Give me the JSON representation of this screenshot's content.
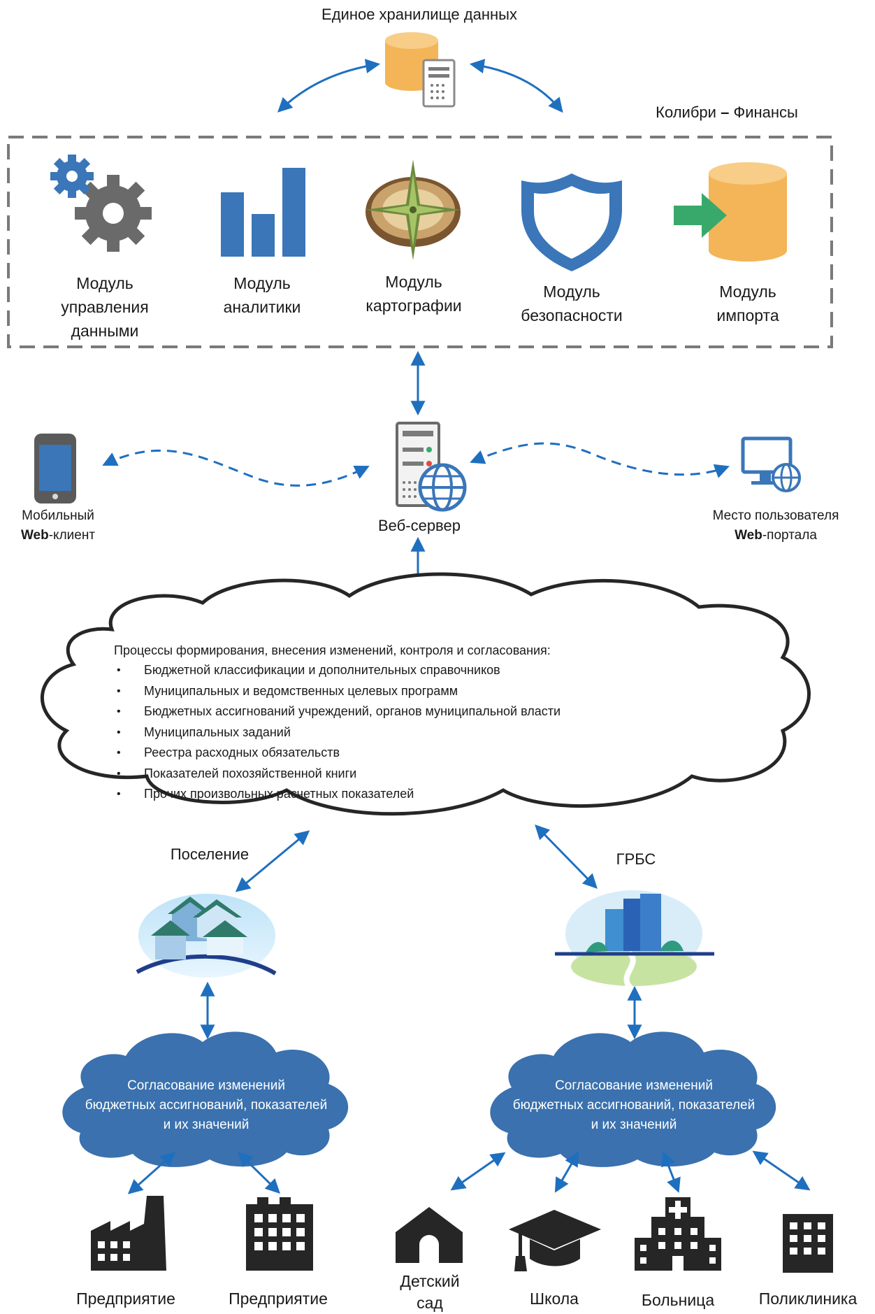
{
  "storage": {
    "title": "Единое хранилище данных"
  },
  "system": {
    "title_part1": "Колибри",
    "title_dash": "–",
    "title_part2": "Финансы"
  },
  "modules": [
    {
      "icon": "gears-icon",
      "lines": [
        "Модуль",
        "управления",
        "данными"
      ]
    },
    {
      "icon": "bar-chart-icon",
      "lines": [
        "Модуль",
        "аналитики"
      ]
    },
    {
      "icon": "compass-icon",
      "lines": [
        "Модуль",
        "картографии"
      ]
    },
    {
      "icon": "shield-icon",
      "lines": [
        "Модуль",
        "безопасности"
      ]
    },
    {
      "icon": "database-import-icon",
      "lines": [
        "Модуль",
        "импорта"
      ]
    }
  ],
  "clients": {
    "mobile": {
      "line1": "Мобильный",
      "bold": "Web",
      "rest": "-клиент"
    },
    "webserver": "Веб-сервер",
    "portal": {
      "line1": "Место пользователя",
      "bold": "Web",
      "rest": "-портала"
    }
  },
  "process": {
    "heading": "Процессы формирования, внесения изменений, контроля и согласования:",
    "items": [
      "Бюджетной классификации и дополнительных справочников",
      "Муниципальных и ведомственных целевых программ",
      "Бюджетных ассигнований учреждений, органов муниципальной власти",
      "Муниципальных заданий",
      "Реестра расходных обязательств",
      "Показателей похозяйственной книги",
      "Прочих произвольных расчетных показателей"
    ]
  },
  "branches": {
    "left": {
      "title": "Поселение",
      "cloud_lines": [
        "Согласование изменений",
        "бюджетных ассигнований, показателей",
        "и их значений"
      ]
    },
    "right": {
      "title": "ГРБС",
      "cloud_lines": [
        "Согласование изменений",
        "бюджетных ассигнований, показателей",
        "и их значений"
      ]
    }
  },
  "endpoints": [
    {
      "icon": "factory-icon",
      "lines": [
        "Предприятие"
      ]
    },
    {
      "icon": "office-building-icon",
      "lines": [
        "Предприятие"
      ]
    },
    {
      "icon": "kindergarten-icon",
      "lines": [
        "Детский",
        "сад"
      ]
    },
    {
      "icon": "graduation-cap-icon",
      "lines": [
        "Школа"
      ]
    },
    {
      "icon": "hospital-icon",
      "lines": [
        "Больница"
      ]
    },
    {
      "icon": "clinic-icon",
      "lines": [
        "Поликлиника"
      ]
    }
  ],
  "colors": {
    "arrow": "#1f6fbf",
    "module_blue": "#3a76b8",
    "gear_gray": "#6a6a6a",
    "database_orange": "#f3b557",
    "import_arrow_green": "#39a96b",
    "cloud_fill": "#3a71ae",
    "endpoint_icon": "#262626",
    "dashed_frame": "#7a7a7a"
  }
}
